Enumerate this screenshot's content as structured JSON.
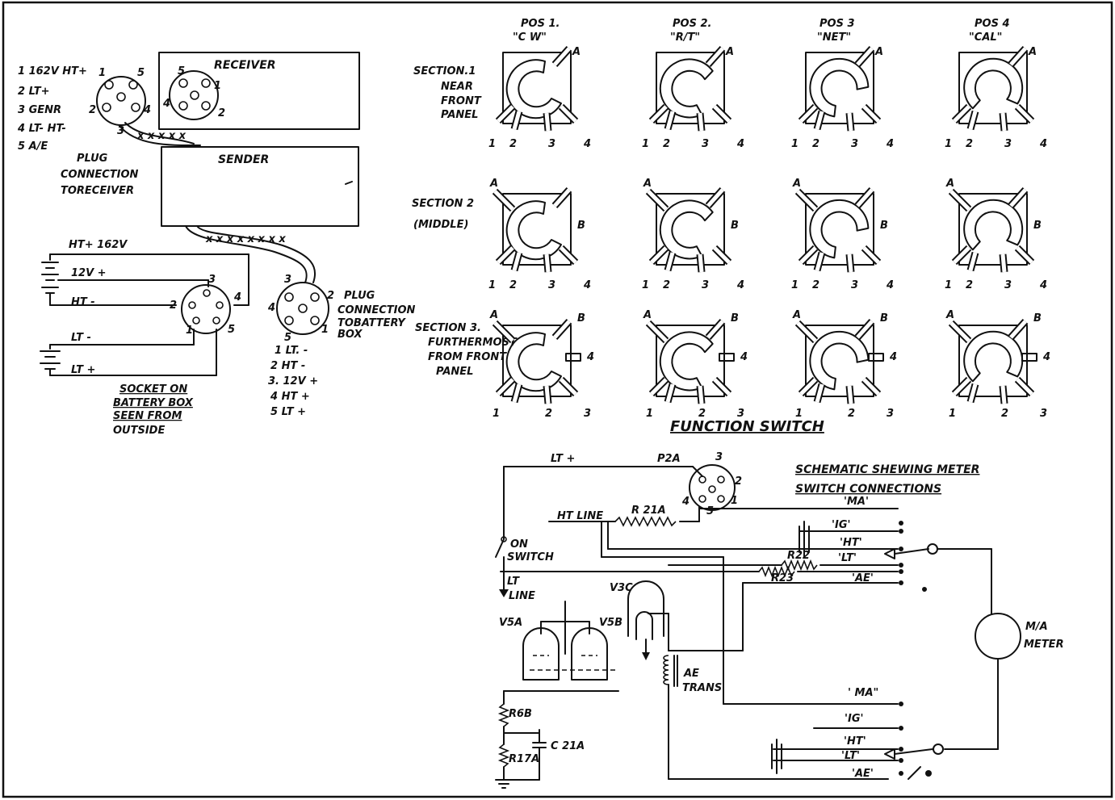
{
  "connector": {
    "receiver_plug_pins": [
      "1  162V HT+",
      "2  LT+",
      "3  GENR",
      "4  LT- HT-",
      "5  A/E"
    ],
    "receiver_label": "RECEIVER",
    "sender_label": "SENDER",
    "plug_label_1": "PLUG",
    "plug_label_2": "CONNECTION",
    "plug_label_3": "TORECEIVER",
    "battery_plug_label_1": "PLUG",
    "battery_plug_label_2": "CONNECTION",
    "battery_plug_label_3": "TOBATTERY",
    "battery_plug_label_4": "BOX",
    "battery_plug_pins": [
      "1 LT. -",
      "2 HT -",
      "3. 12V +",
      "4 HT +",
      "5 LT +"
    ],
    "supply_ht": "HT+ 162V",
    "supply_12v": "12V +",
    "supply_ht_minus": "HT -",
    "supply_lt_minus": "LT -",
    "supply_lt_plus": "LT +",
    "socket_caption_1": "SOCKET ON",
    "socket_caption_2": "BATTERY BOX",
    "socket_caption_3": "SEEN FROM",
    "socket_caption_4": "OUTSIDE"
  },
  "function_switch": {
    "title": "FUNCTION SWITCH",
    "positions": [
      {
        "pos": "POS 1.",
        "name": "\"C W\""
      },
      {
        "pos": "POS 2.",
        "name": "\"R/T\""
      },
      {
        "pos": "POS 3",
        "name": "\"NET\""
      },
      {
        "pos": "POS 4",
        "name": "\"CAL\""
      }
    ],
    "section1": [
      "SECTION.1",
      "NEAR",
      "FRONT",
      "PANEL"
    ],
    "section2": [
      "SECTION 2",
      "(MIDDLE)"
    ],
    "section3": [
      "SECTION 3.",
      "FURTHERMOST",
      "FROM FRONT",
      "PANEL"
    ]
  },
  "schematic": {
    "title_1": "SCHEMATIC SHEWING METER",
    "title_2": "SWITCH CONNECTIONS",
    "lt_plus": "LT +",
    "p2a": "P2A",
    "ht_line": "HT LINE",
    "r21a": "R 21A",
    "on_switch_1": "ON",
    "on_switch_2": "SWITCH",
    "lt_line_1": "LT",
    "lt_line_2": "LINE",
    "v3c": "V3C",
    "v5a": "V5A",
    "v5b": "V5B",
    "ae_trans_1": "AE",
    "ae_trans_2": "TRANS",
    "r6b": "R6B",
    "r17a": "R17A",
    "c21a": "C 21A",
    "r22": "R22",
    "r23": "R23",
    "meter_1": "M/A",
    "meter_2": "METER",
    "upper_contacts": [
      "'MA'",
      "'IG'",
      "'HT'",
      "'LT'",
      "'AE'"
    ],
    "lower_contacts": [
      "' MA\"",
      "'IG'",
      "'HT'",
      "'LT'",
      "'AE'"
    ]
  }
}
